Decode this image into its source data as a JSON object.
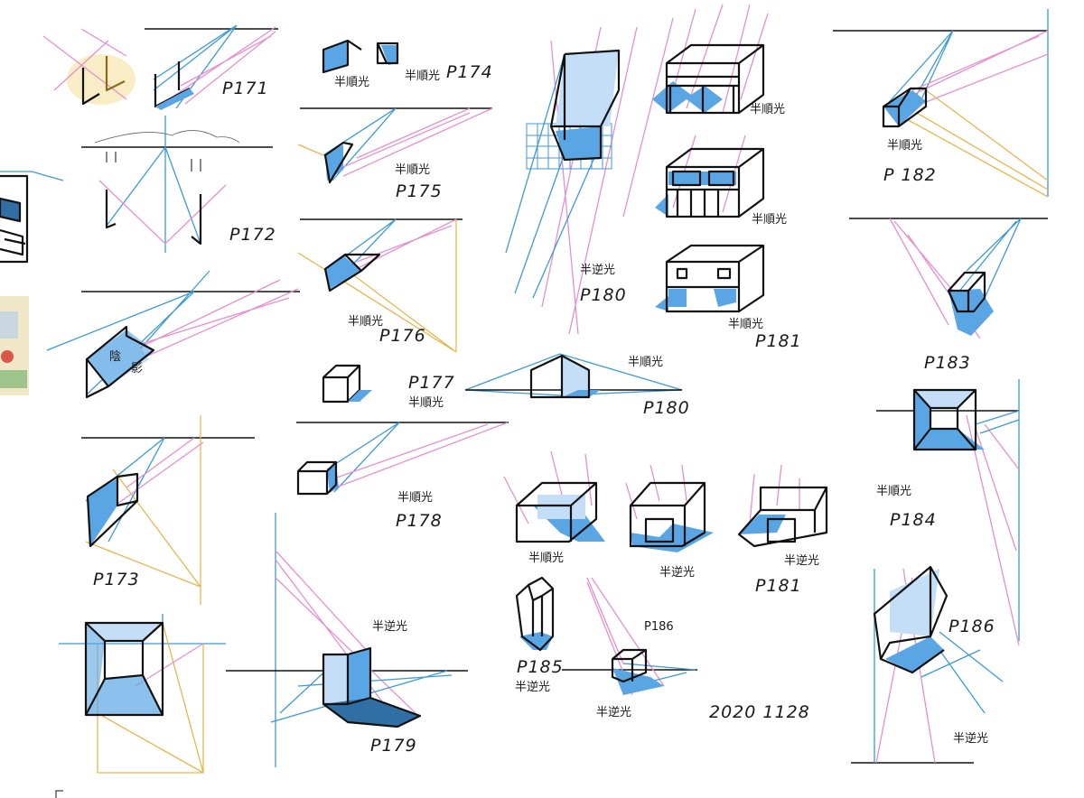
{
  "labels": {
    "p171": "P171",
    "p172": "P172",
    "p173": "P173",
    "p174": "P174",
    "p175": "P175",
    "p176": "P176",
    "p177": "P177",
    "p178": "P178",
    "p179": "P179",
    "p180a": "P180",
    "p180b": "P180",
    "p181a": "P181",
    "p181b": "P181",
    "p182": "P 182",
    "p183": "P183",
    "p184": "P184",
    "p185": "P185",
    "p186a": "P186",
    "p186b": "P186",
    "date": "2020 1128"
  },
  "notes": {
    "half_front_light": "半順光",
    "half_back_light": "半逆光",
    "shadow_yin": "陰",
    "shadow_ying": "影"
  },
  "colors": {
    "construction_blue": "#3d9ad4",
    "construction_pink": "#e68fd0",
    "construction_yellow": "#e7b64f",
    "shadow_fill": "#5aa6e4",
    "ink": "#111111"
  }
}
